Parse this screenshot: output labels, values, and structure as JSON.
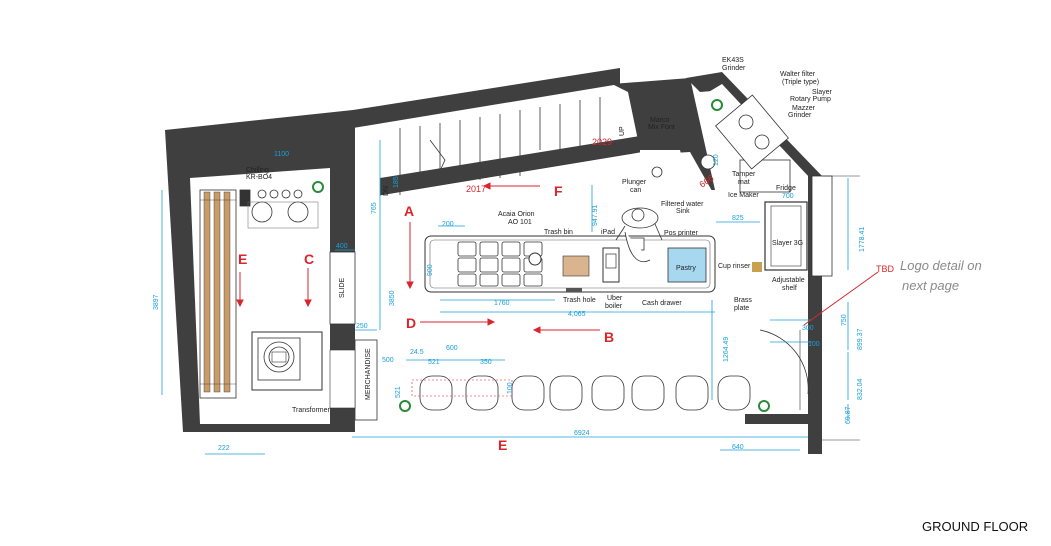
{
  "floor_title": "GROUND FLOOR",
  "logo_note_line1": "Logo detail on",
  "logo_note_line2": "next page",
  "tbd": "TBD",
  "labels": {
    "ek43s": "EK43S",
    "grinder": "Grinder",
    "walter": "Walter filter",
    "triple": "(Triple type)",
    "slayer_pump": "Slayer",
    "rotary_pump": "Rotary Pump",
    "mazzer": "Mazzer",
    "mazzer_grinder": "Grinder",
    "marco": "Marco",
    "mix_font": "Mix Font",
    "tamper": "Tamper",
    "tamper_mat": "mat",
    "plunger": "Plunger",
    "plunger_can": "can",
    "filtered": "Filtered water",
    "sink": "Sink",
    "ice_maker": "Ice Maker",
    "fridge": "Fridge",
    "acaia": "Acaia Orion",
    "acaia_model": "AO 101",
    "trash_bin": "Trash bin",
    "ipad": "iPad",
    "pos_printer": "Pos printer",
    "slayer_3g": "Slayer 3G",
    "pastry": "Pastry",
    "cup_rinser": "Cup rinser",
    "adjustable": "Adjustable",
    "shelf": "shelf",
    "brass": "Brass",
    "plate": "plate",
    "trash_hole": "Trash hole",
    "uber": "Uber",
    "boiler": "boiler",
    "cash_drawer": "Cash drawer",
    "chilling": "Chilling",
    "kr_model": "KR-BO4",
    "merchandise": "MERCHANDISE",
    "transformer": "Transformer",
    "slide": "SLIDE",
    "dn": "DN",
    "up": "UP"
  },
  "red_dims": {
    "d2029": "2029",
    "d2017": "2017",
    "d666": "666"
  },
  "sections": {
    "a": "A",
    "b": "B",
    "c": "C",
    "d": "D",
    "e_left": "E",
    "e_bottom": "E",
    "f": "F"
  },
  "dims": {
    "d200": "200",
    "d825": "825",
    "d1760": "1760",
    "d4065": "4,065",
    "d900": "900",
    "d94791": "947.91",
    "d177841": "1778.41",
    "d126449": "1264.49",
    "d89937": "899.37",
    "d83204": "832.04",
    "d6987": "69.87",
    "d700": "700",
    "d300": "300",
    "d100": "100",
    "d750": "750",
    "d400": "400",
    "d250": "250",
    "d500": "500",
    "d245": "24.5",
    "d600": "600",
    "d521a": "521",
    "d350": "350",
    "d521b": "521",
    "d100b": "100",
    "d6924": "6924",
    "d640": "640",
    "d222": "222",
    "d3897": "3897",
    "d1100": "1100",
    "d3850": "3850",
    "d765": "765",
    "d185": "185",
    "d120": "120"
  }
}
